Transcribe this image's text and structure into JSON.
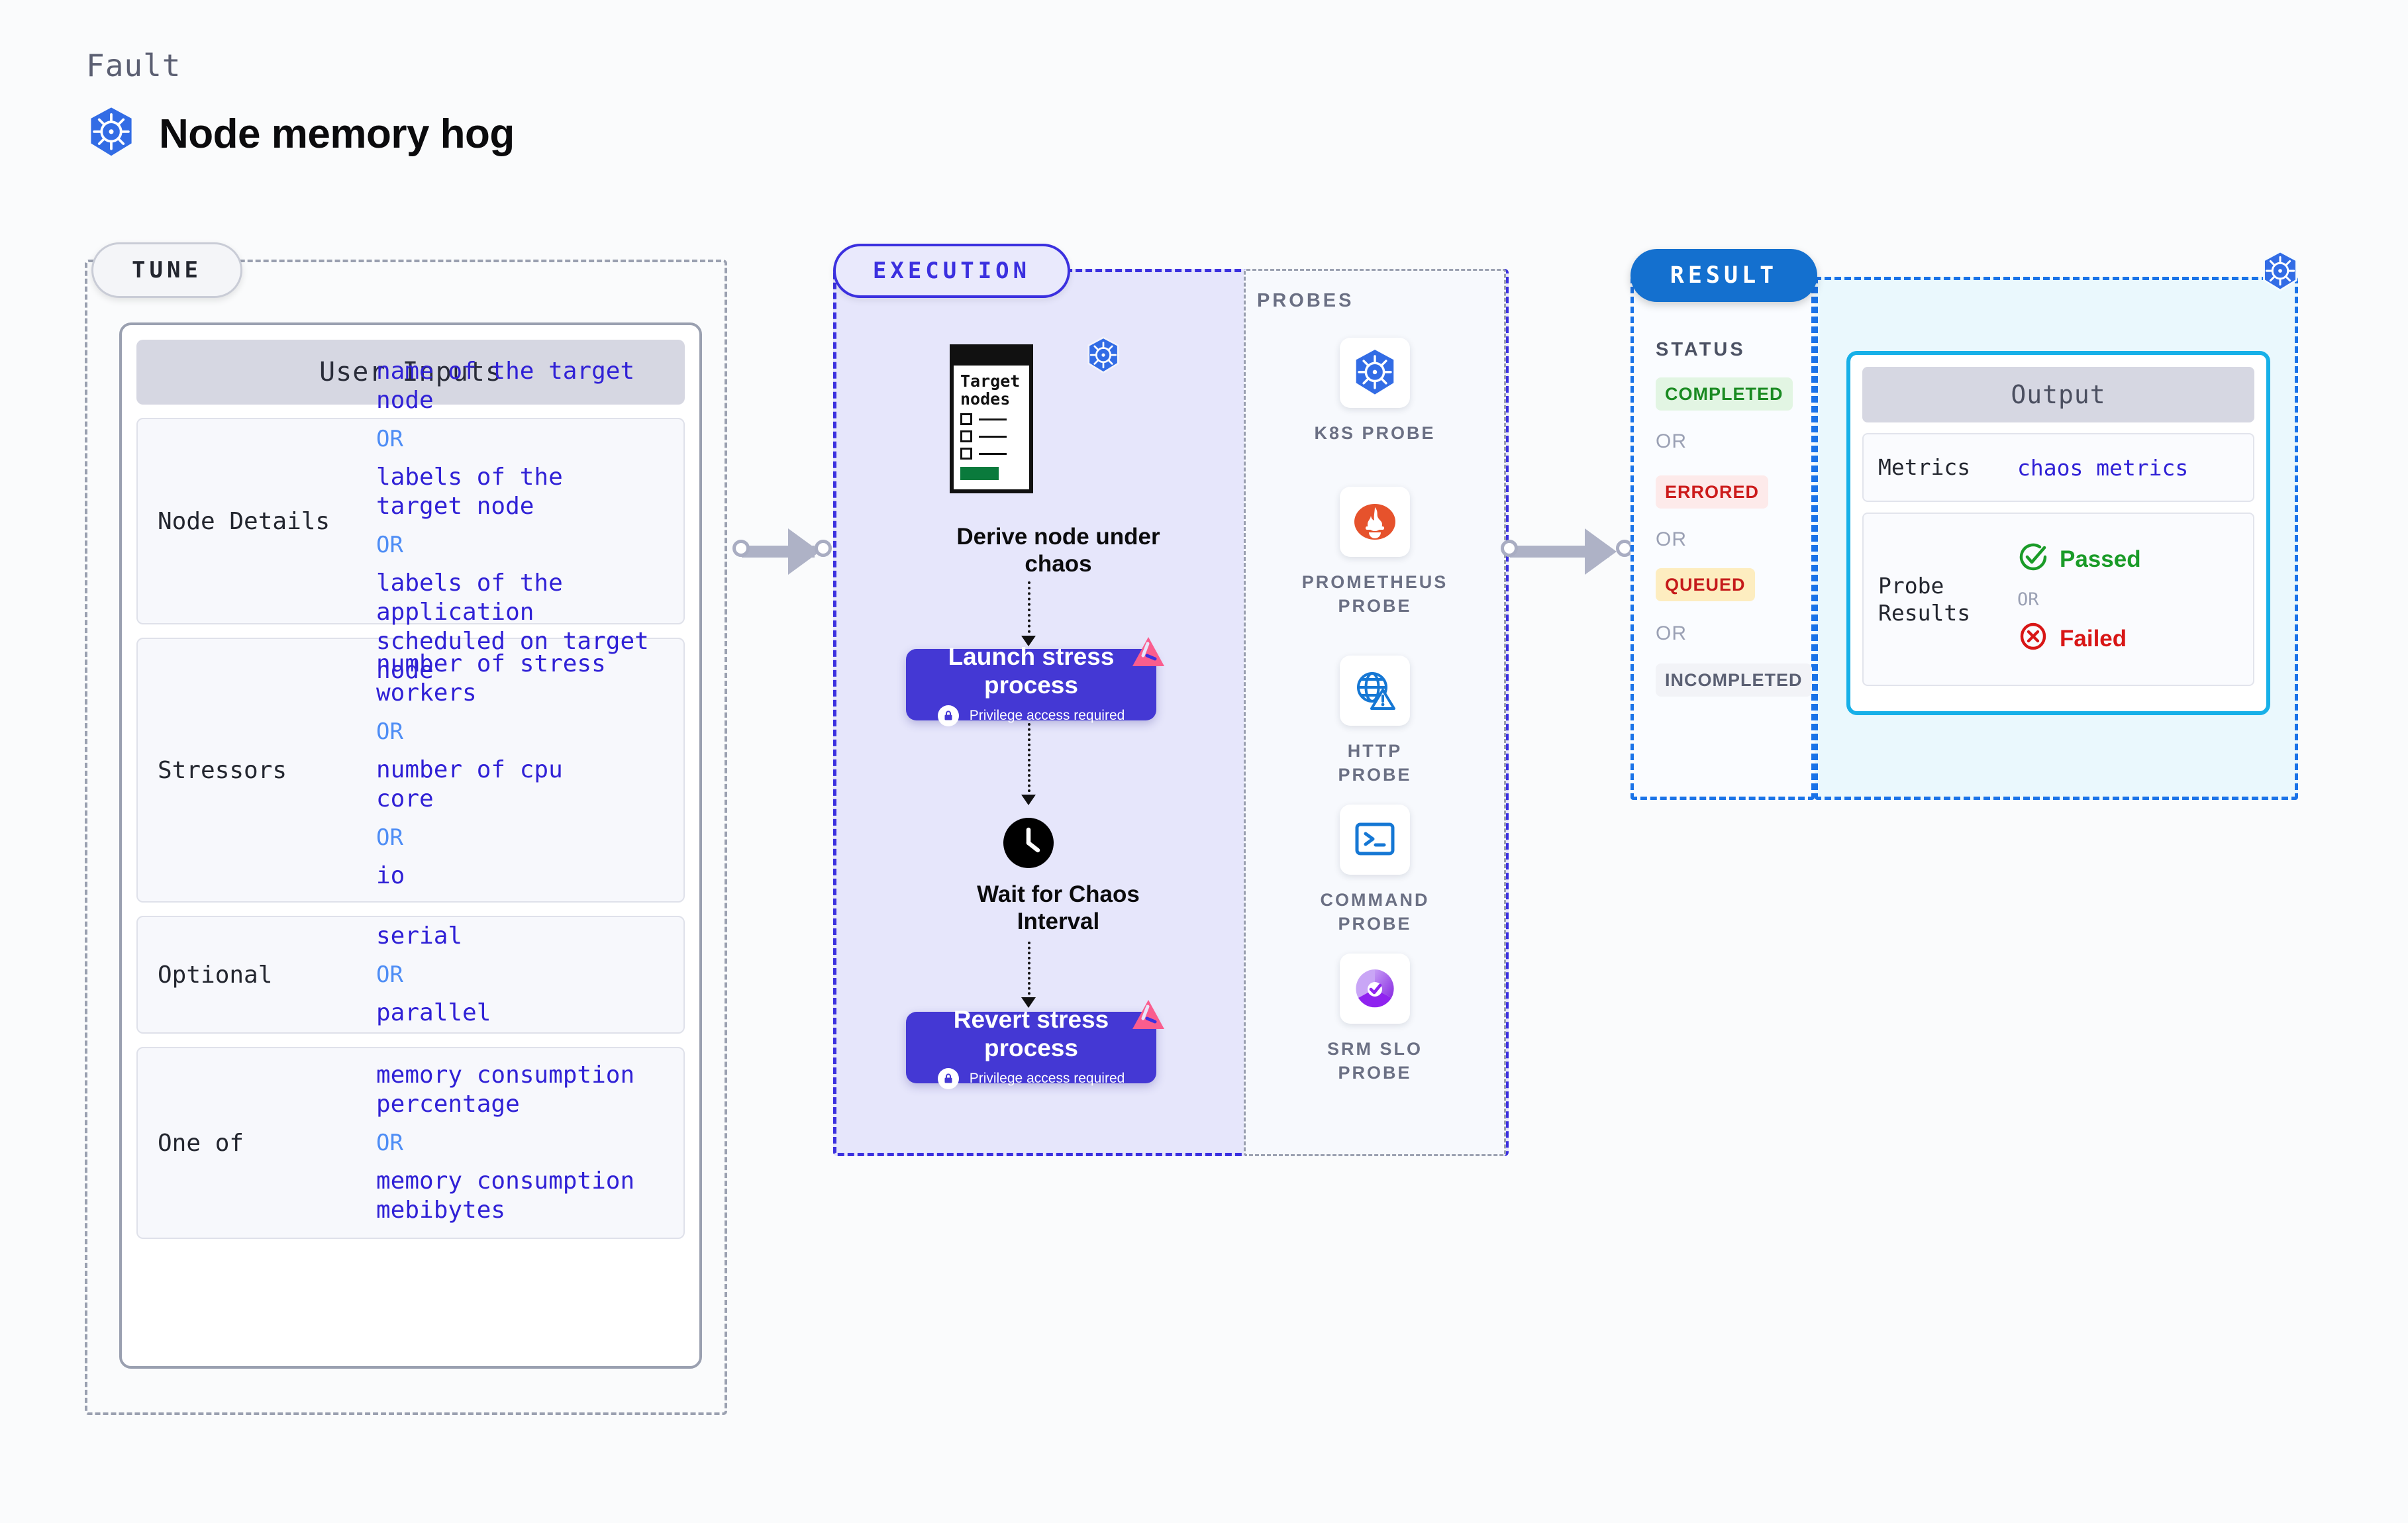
{
  "header": {
    "fault_label": "Fault",
    "fault_title": "Node memory hog",
    "logo_icon": "kubernetes-icon"
  },
  "tune": {
    "pill_label": "TUNE",
    "card_header": "User Inputs",
    "or_label": "OR",
    "rows": [
      {
        "label": "Node Details",
        "values": [
          "name of the target\nnode",
          "labels of the\ntarget node",
          "labels of the application\n scheduled on target node"
        ]
      },
      {
        "label": "Stressors",
        "values": [
          "number of stress\nworkers",
          "number of cpu\ncore",
          "io"
        ]
      },
      {
        "label": "Optional",
        "values": [
          "serial",
          "parallel"
        ]
      },
      {
        "label": "One of",
        "values": [
          "memory consumption\npercentage",
          "memory consumption\nmebibytes"
        ]
      }
    ]
  },
  "execution": {
    "pill_label": "EXECUTION",
    "target_card": {
      "title": "Target\nnodes",
      "icon": "kubernetes-icon"
    },
    "steps": [
      {
        "caption": "Derive node under\nchaos"
      },
      {
        "title": "Launch stress\nprocess",
        "privilege": "Privilege access required",
        "icon": "lock-icon",
        "badge": "harness-icon"
      },
      {
        "caption": "Wait for Chaos\nInterval",
        "icon": "clock-icon"
      },
      {
        "title": "Revert stress\nprocess",
        "privilege": "Privilege access required",
        "icon": "lock-icon",
        "badge": "harness-icon"
      }
    ]
  },
  "probes": {
    "section_label": "PROBES",
    "items": [
      {
        "name": "K8S PROBE",
        "icon": "kubernetes-icon"
      },
      {
        "name": "PROMETHEUS\nPROBE",
        "icon": "prometheus-icon"
      },
      {
        "name": "HTTP PROBE",
        "icon": "globe-warning-icon"
      },
      {
        "name": "COMMAND\nPROBE",
        "icon": "terminal-icon"
      },
      {
        "name": "SRM SLO\nPROBE",
        "icon": "srm-slo-icon"
      }
    ]
  },
  "result": {
    "pill_label": "RESULT",
    "status_label": "STATUS",
    "or_label": "OR",
    "statuses": [
      {
        "label": "COMPLETED",
        "bg": "#e2f5e3",
        "fg": "#1a8a22"
      },
      {
        "label": "ERRORED",
        "bg": "#fdeaea",
        "fg": "#cc1b1b"
      },
      {
        "label": "QUEUED",
        "bg": "#fdedc0",
        "fg": "#c51a1a"
      },
      {
        "label": "INCOMPLETED",
        "bg": "#f2f3f7",
        "fg": "#5b6073"
      }
    ],
    "corner_icon": "kubernetes-icon",
    "output": {
      "header": "Output",
      "metrics_label": "Metrics",
      "metrics_value": "chaos metrics",
      "probe_results_label": "Probe\nResults",
      "passed_label": "Passed",
      "failed_label": "Failed",
      "or_label": "OR",
      "passed_icon": "check-circle-icon",
      "failed_icon": "x-circle-icon"
    }
  },
  "colors": {
    "accent_purple": "#4438d4",
    "accent_blue": "#1a73e8",
    "accent_cyan": "#17b0e8",
    "k8s_blue": "#326ce5",
    "harness_pink": "#fa5d8e",
    "value_indigo": "#3021d6",
    "or_blue": "#4e8df5",
    "green": "#1a8a22",
    "red": "#cc1b1b"
  }
}
